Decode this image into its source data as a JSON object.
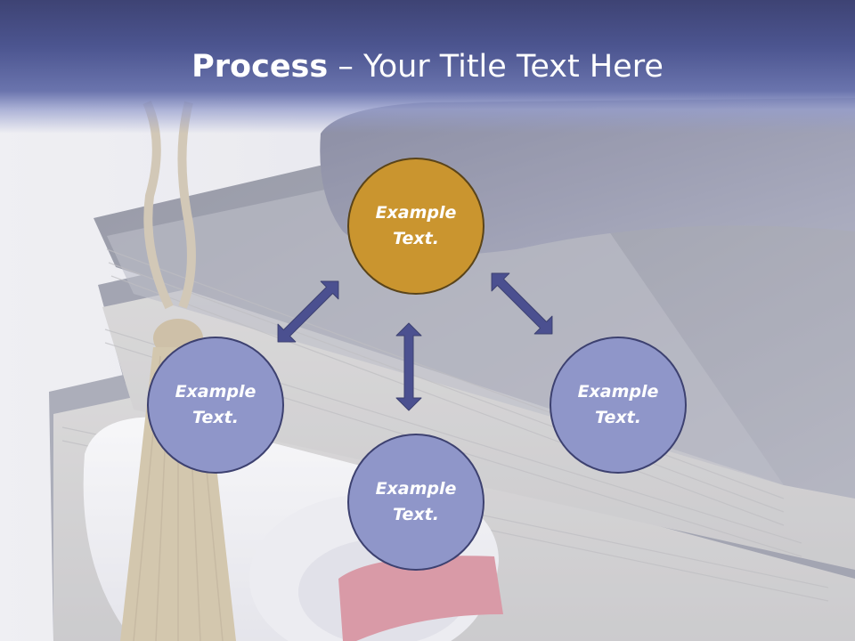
{
  "title": {
    "strong": "Process",
    "rest": " – Your Title Text Here"
  },
  "nodes": [
    {
      "line1": "Example",
      "line2": "Text."
    },
    {
      "line1": "Example",
      "line2": "Text."
    },
    {
      "line1": "Example",
      "line2": "Text."
    },
    {
      "line1": "Example",
      "line2": "Text."
    }
  ],
  "colors": {
    "title_bar": "#4c5590",
    "accent_node": "#ca952f",
    "node": "#8f96c9",
    "arrow": "#4b5090",
    "node_border": "#3d4170"
  }
}
